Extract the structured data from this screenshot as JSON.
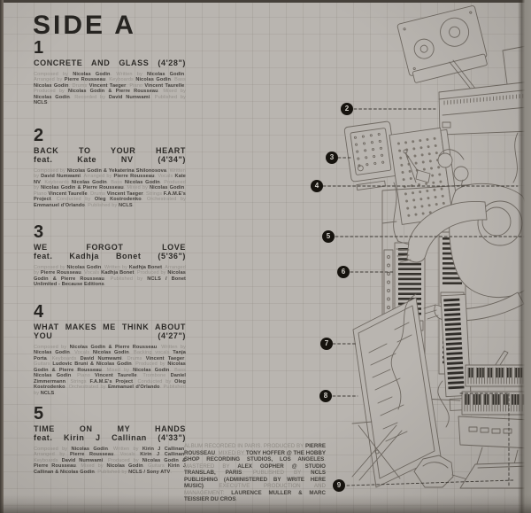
{
  "side_title": "SIDE A",
  "tracks": [
    {
      "number": "1",
      "title_line1": "CONCRETE AND GLASS (4'28\")",
      "title_line2": "",
      "credits": [
        {
          "l": "Composed by "
        },
        {
          "n": "Nicolas Godin"
        },
        {
          "l": ". Written by "
        },
        {
          "n": "Nicolas Godin"
        },
        {
          "l": ". Arranged by "
        },
        {
          "n": "Pierre Rousseau"
        },
        {
          "l": ". Keyboards "
        },
        {
          "n": "Nicolas Godin"
        },
        {
          "l": ". Bass "
        },
        {
          "n": "Nicolas Godin"
        },
        {
          "l": ". Drums "
        },
        {
          "n": "Vincent Taeger"
        },
        {
          "l": ". Piano "
        },
        {
          "n": "Vincent Taurelle"
        },
        {
          "l": ". Produced by "
        },
        {
          "n": "Nicolas Godin & Pierre Rousseau"
        },
        {
          "l": ". Mixed by "
        },
        {
          "n": "Nicolas Godin"
        },
        {
          "l": ". Recorded by "
        },
        {
          "n": "David Numwami"
        },
        {
          "l": ". Published by "
        },
        {
          "n": "NCLS"
        },
        {
          "l": "."
        }
      ]
    },
    {
      "number": "2",
      "title_line1": "BACK TO YOUR HEART",
      "title_line2": "feat. Kate NV (4'34\")",
      "credits": [
        {
          "l": "Composed by "
        },
        {
          "n": "Nicolas Godin & Yekaterina Shilonosova"
        },
        {
          "l": ". Written by "
        },
        {
          "n": "David Numwami"
        },
        {
          "l": ". Arranged by "
        },
        {
          "n": "Pierre Rousseau"
        },
        {
          "l": ". Vocals "
        },
        {
          "n": "Kate NV"
        },
        {
          "l": ". Keyboards "
        },
        {
          "n": "Nicolas Godin"
        },
        {
          "l": ". Bass "
        },
        {
          "n": "Nicolas Godin"
        },
        {
          "l": ". Produced by "
        },
        {
          "n": "Nicolas Godin & Pierre Rousseau"
        },
        {
          "l": ". Mixed by "
        },
        {
          "n": "Nicolas Godin"
        },
        {
          "l": ". Piano "
        },
        {
          "n": "Vincent Taurelle"
        },
        {
          "l": ". Drums "
        },
        {
          "n": "Vincent Taeger"
        },
        {
          "l": ". Strings "
        },
        {
          "n": "F.A.M.E's Project"
        },
        {
          "l": ". Conducted by "
        },
        {
          "n": "Oleg Kostrodenko"
        },
        {
          "l": ". Orchestrated by "
        },
        {
          "n": "Emmanuel d'Orlando"
        },
        {
          "l": ". Published by "
        },
        {
          "n": "NCLS"
        },
        {
          "l": "."
        }
      ]
    },
    {
      "number": "3",
      "title_line1": "WE FORGOT LOVE",
      "title_line2": "feat. Kadhja Bonet (5'36\")",
      "credits": [
        {
          "l": "Composed by "
        },
        {
          "n": "Nicolas Godin"
        },
        {
          "l": ". Written by "
        },
        {
          "n": "Kadhja Bonet"
        },
        {
          "l": ". Arranged by "
        },
        {
          "n": "Pierre Rousseau"
        },
        {
          "l": ". Vocals "
        },
        {
          "n": "Kadhja Bonet"
        },
        {
          "l": ". Produced by "
        },
        {
          "n": "Nicolas Godin & Pierre Rousseau"
        },
        {
          "l": ". Published by "
        },
        {
          "n": "NCLS / Bonet Unlimited - Because Editions"
        },
        {
          "l": "."
        }
      ]
    },
    {
      "number": "4",
      "title_line1": "WHAT MAKES ME THINK ABOUT",
      "title_line2": "YOU (4'27\")",
      "credits": [
        {
          "l": "Composed by "
        },
        {
          "n": "Nicolas Godin & Pierre Rousseau"
        },
        {
          "l": ". Written by "
        },
        {
          "n": "Nicolas Godin"
        },
        {
          "l": ". Vocals "
        },
        {
          "n": "Nicolas Godin"
        },
        {
          "l": ". Backing vocals "
        },
        {
          "n": "Tanja Porta"
        },
        {
          "l": ". Keyboards "
        },
        {
          "n": "David Numwami"
        },
        {
          "l": ". Drums "
        },
        {
          "n": "Vincent Taeger"
        },
        {
          "l": ". Guitars "
        },
        {
          "n": "Ludovic Bruni & Nicolas Godin"
        },
        {
          "l": ". Produced by "
        },
        {
          "n": "Nicolas Godin & Pierre Rousseau"
        },
        {
          "l": ". Mixed by "
        },
        {
          "n": "Nicolas Godin"
        },
        {
          "l": ". Bass "
        },
        {
          "n": "Nicolas Godin"
        },
        {
          "l": ". Piano "
        },
        {
          "n": "Vincent Taurelle"
        },
        {
          "l": ". Trombone "
        },
        {
          "n": "Daniel Zimmermann"
        },
        {
          "l": ". Strings "
        },
        {
          "n": "F.A.M.E's Project"
        },
        {
          "l": ". Conducted by "
        },
        {
          "n": "Oleg Kostrodenko"
        },
        {
          "l": ". Orchestrated by "
        },
        {
          "n": "Emmanuel d'Orlando"
        },
        {
          "l": ". Published by "
        },
        {
          "n": "NCLS"
        },
        {
          "l": "."
        }
      ]
    },
    {
      "number": "5",
      "title_line1": "TIME ON MY HANDS",
      "title_line2": "feat. Kirin J Callinan (4'33\")",
      "credits": [
        {
          "l": "Composed by "
        },
        {
          "n": "Nicolas Godin"
        },
        {
          "l": ". Written by "
        },
        {
          "n": "Kirin J Callinan"
        },
        {
          "l": ". Arranged by "
        },
        {
          "n": "Pierre Rousseau"
        },
        {
          "l": ". Vocals "
        },
        {
          "n": "Kirin J Callinan"
        },
        {
          "l": ". Keyboards "
        },
        {
          "n": "David Numwami"
        },
        {
          "l": ". Produced by "
        },
        {
          "n": "Nicolas Godin & Pierre Rousseau"
        },
        {
          "l": ". Mixed by "
        },
        {
          "n": "Nicolas Godin"
        },
        {
          "l": ". Guitars "
        },
        {
          "n": "Kirin J Callinan & Nicolas Godin"
        },
        {
          "l": ". Published by "
        },
        {
          "n": "NCLS / Sony ATV"
        },
        {
          "l": "."
        }
      ]
    }
  ],
  "album_credits": [
    {
      "l": "ALBUM RECORDED IN PARIS. PRODUCED BY "
    },
    {
      "n": "PIERRE ROUSSEAU"
    },
    {
      "l": ". MIXED BY "
    },
    {
      "n": "TONY HOFFER @ THE HOBBY SHOP RECORDING STUDIOS, LOS ANGELES"
    },
    {
      "l": ". MASTERED BY "
    },
    {
      "n": "ALEX GOPHER @ STUDIO TRANSLAB, PARIS"
    },
    {
      "l": ". PUBLISHED BY "
    },
    {
      "n": "NCLS PUBLISHING (ADMINISTERED BY WRITE HERE MUSIC)"
    },
    {
      "l": ". EXECUTIVE PRODUCTION AND MANAGEMENT: "
    },
    {
      "n": "LAURENCE MULLER & MARC TEISSIER DU CROS"
    },
    {
      "l": "."
    }
  ],
  "callouts": [
    "2",
    "3",
    "4",
    "5",
    "6",
    "7",
    "8",
    "9"
  ],
  "colors": {
    "paper": "#b9b5b0",
    "ink": "#2b2926",
    "line_art": "#6f6962",
    "callout_bg": "#16130e"
  }
}
